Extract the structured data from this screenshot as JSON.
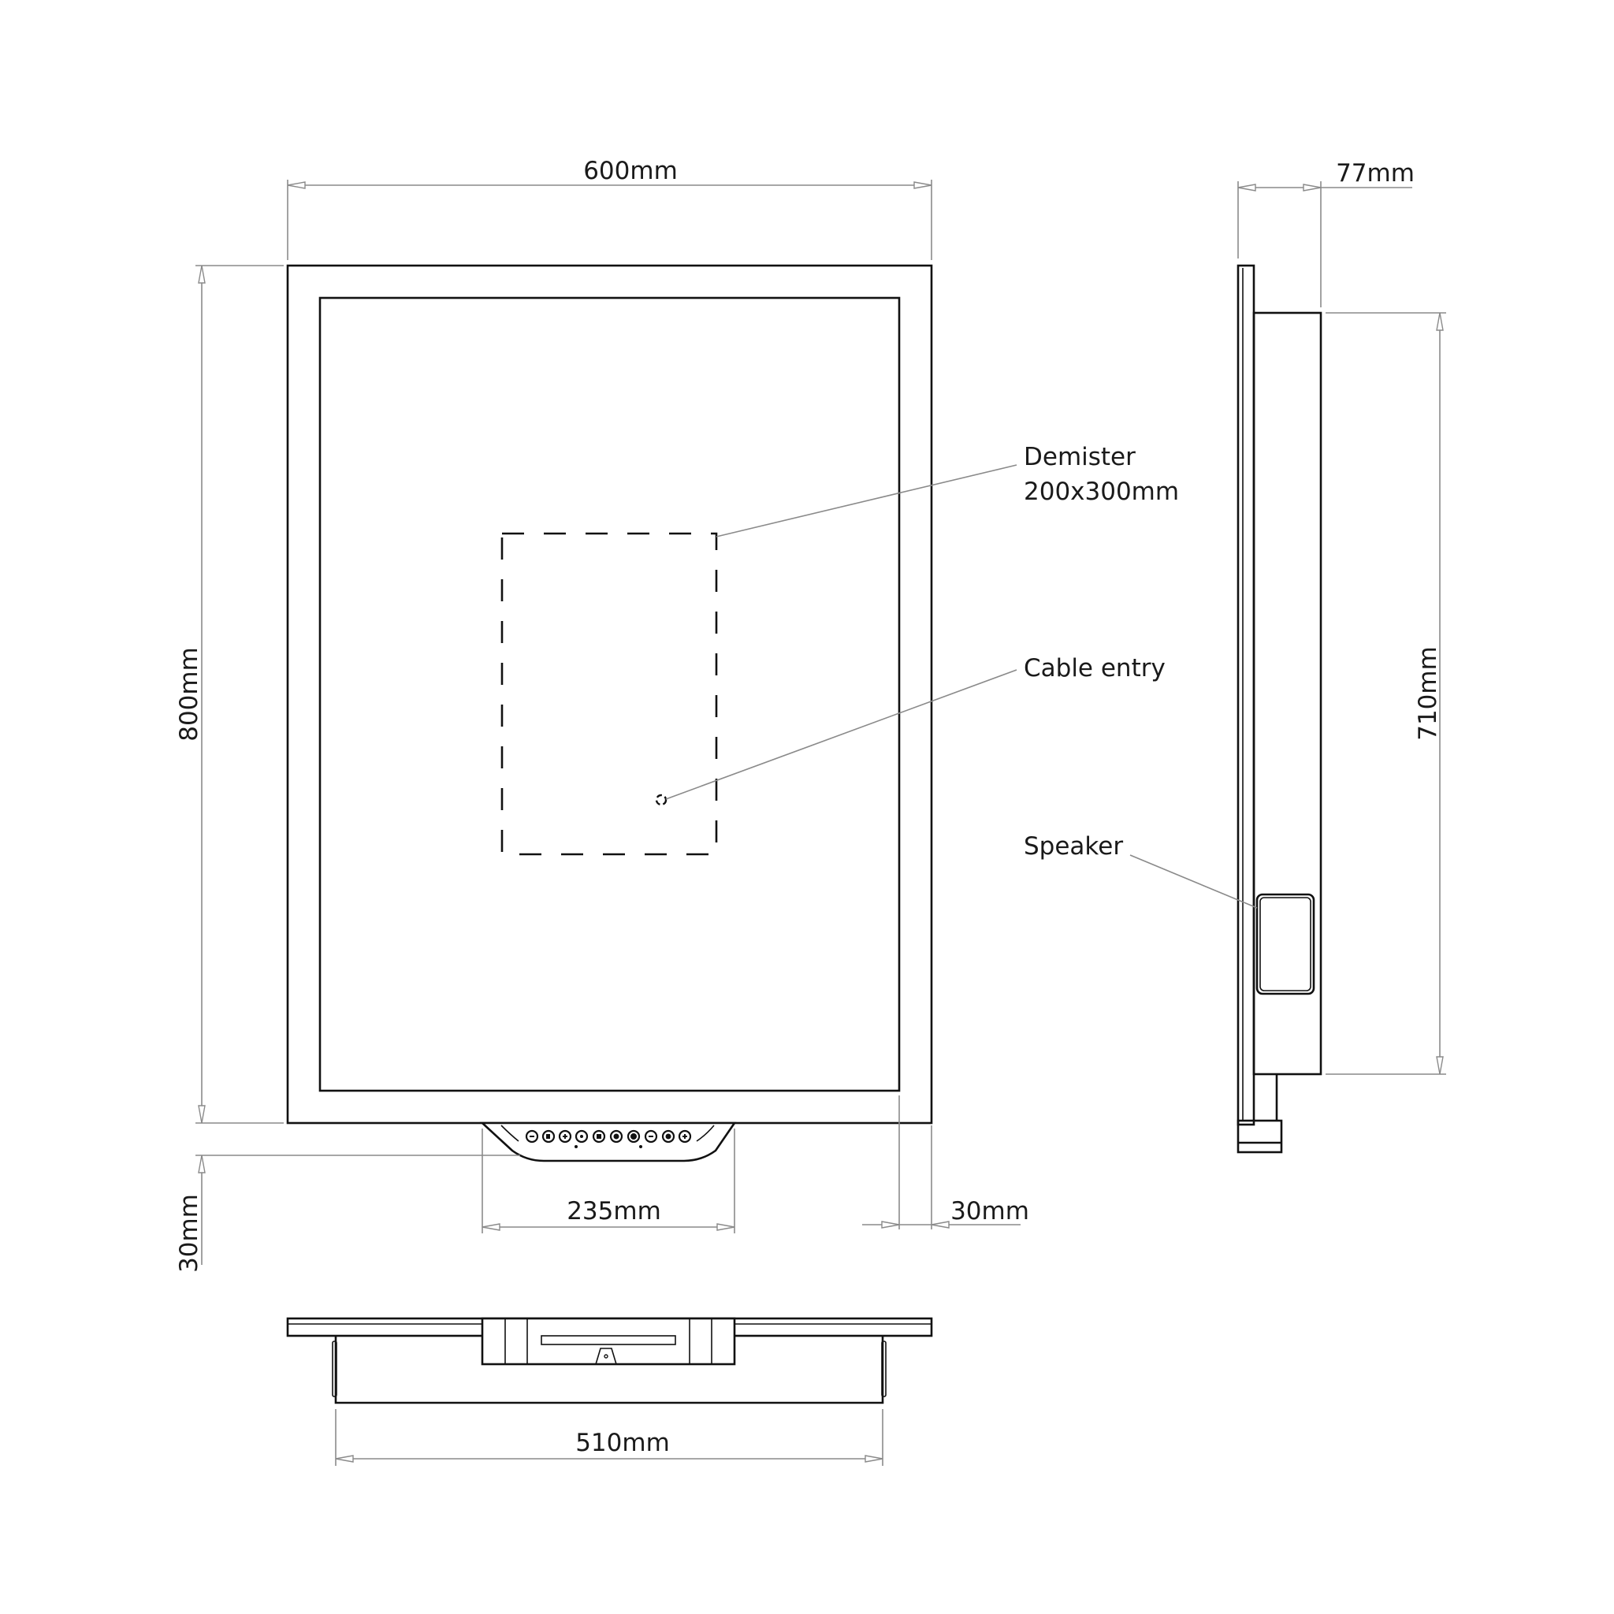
{
  "drawing": {
    "title": "Illuminated mirror dimension drawing",
    "views": [
      "front-view",
      "side-view",
      "top-view"
    ]
  },
  "dimensions": {
    "width": "600mm",
    "height": "800mm",
    "depth": "77mm",
    "cabinet_height": "710mm",
    "control_panel_width": "235mm",
    "control_panel_depth": "30mm",
    "side_inset": "30mm",
    "rear_box_width": "510mm"
  },
  "callouts": {
    "demister_line1": "Demister",
    "demister_line2": "200x300mm",
    "cable_entry": "Cable entry",
    "speaker": "Speaker"
  },
  "control_panel": {
    "buttons": [
      "minus-icon",
      "speaker-icon",
      "plus-icon",
      "dot-icon",
      "square-icon",
      "record-icon",
      "moon-icon",
      "minus-icon",
      "sun-icon",
      "plus-icon"
    ],
    "indicator_dots": 2
  },
  "colors": {
    "outline": "#111111",
    "dimension_line": "#8a8a8a",
    "text": "#1a1a1a",
    "background": "#ffffff"
  }
}
